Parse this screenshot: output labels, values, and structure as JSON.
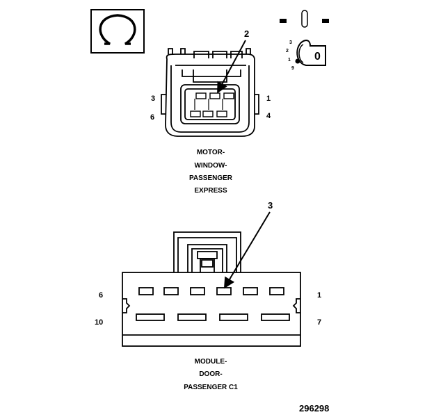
{
  "top_connector": {
    "callout": "2",
    "pins": {
      "left_top": "3",
      "left_bottom": "6",
      "right_top": "1",
      "right_bottom": "4"
    },
    "caption": [
      "MOTOR-",
      "WINDOW-",
      "PASSENGER",
      "EXPRESS"
    ]
  },
  "key_inset": {
    "positions": [
      "3",
      "2",
      "1",
      "9"
    ],
    "key_label": "0"
  },
  "bottom_connector": {
    "callout": "3",
    "pins": {
      "left_top": "6",
      "left_bottom": "10",
      "right_top": "1",
      "right_bottom": "7"
    },
    "caption": [
      "MODULE-",
      "DOOR-",
      "PASSENGER C1"
    ]
  },
  "figure_number": "296298",
  "icons": [
    "ohm-symbol-icon",
    "connector-front-view-icon",
    "ignition-key-icon"
  ]
}
